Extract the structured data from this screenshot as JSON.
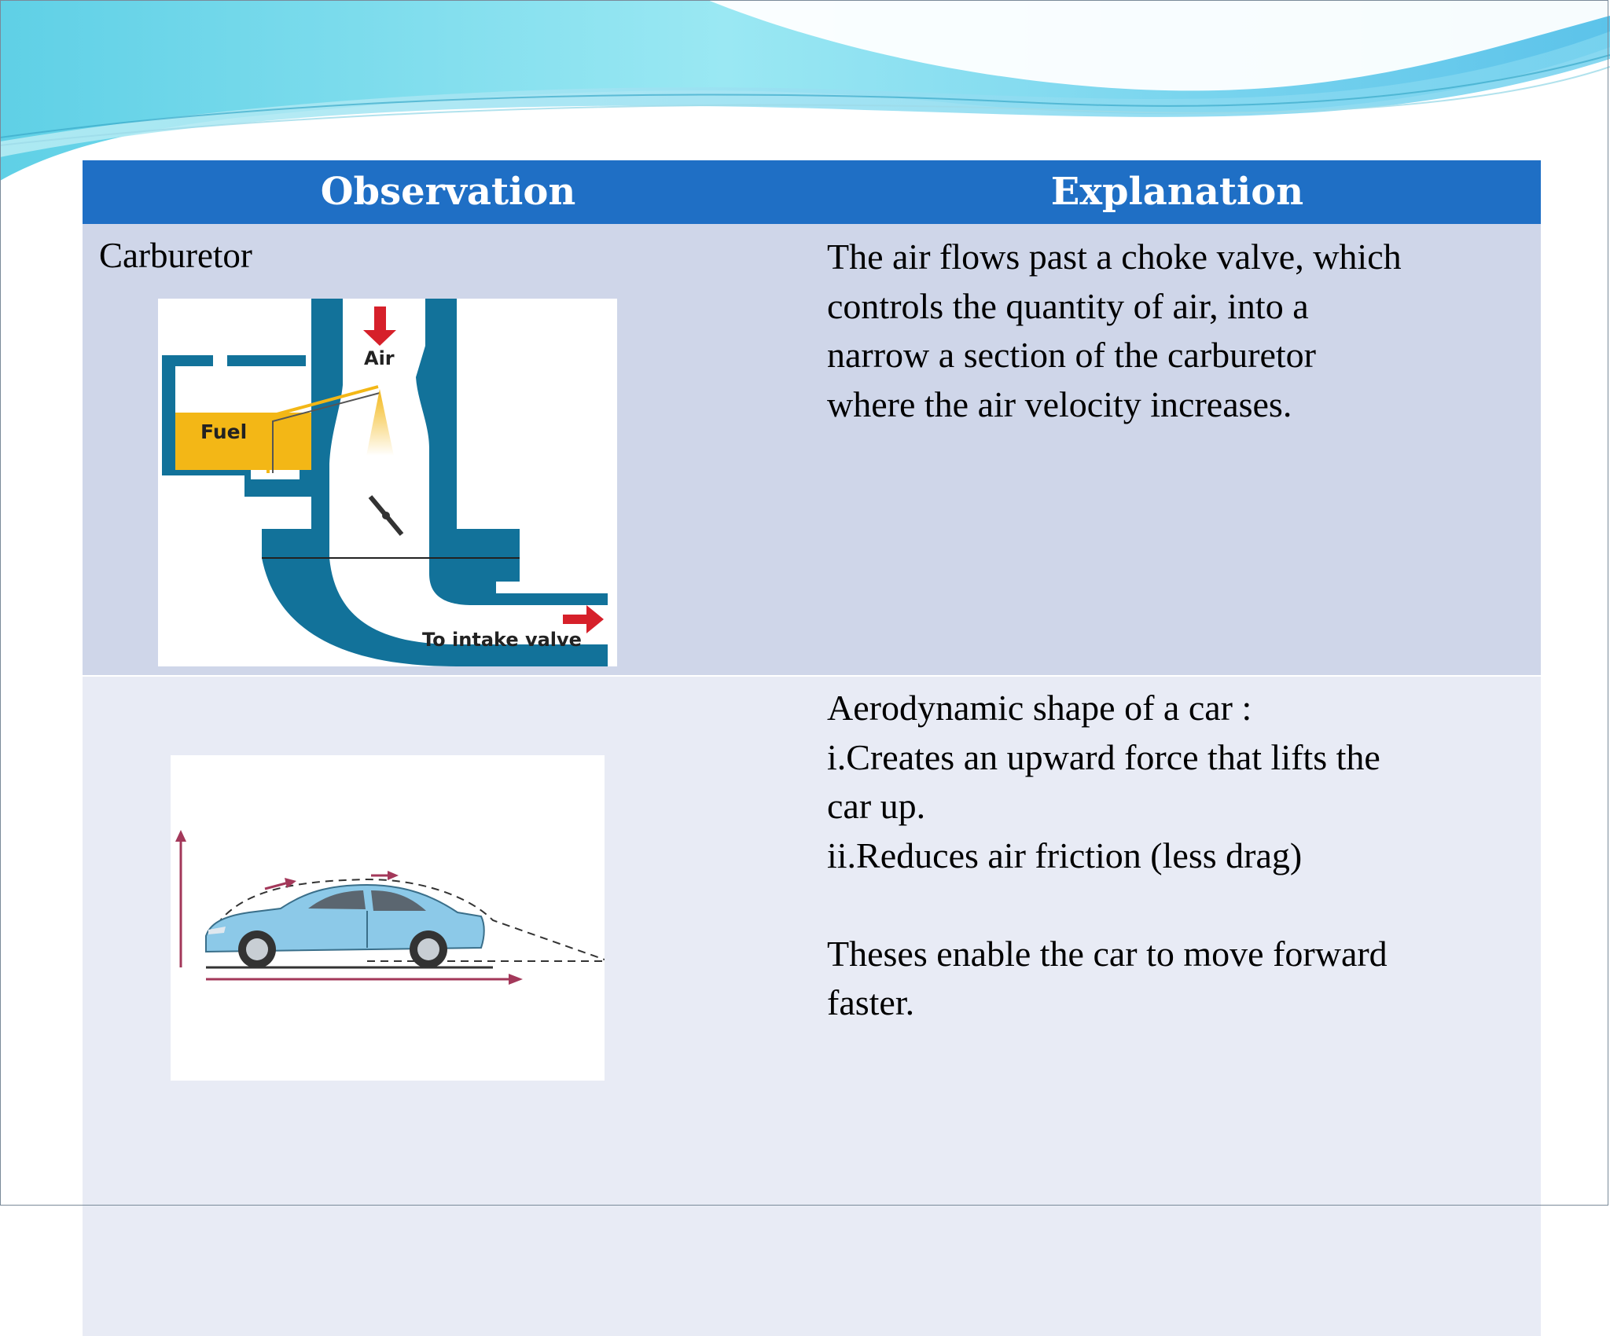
{
  "table": {
    "headers": [
      "Observation",
      "Explanation"
    ],
    "rows": [
      {
        "observation_label": "Carburetor",
        "figure_labels": [
          "Air",
          "Fuel",
          "To intake valve"
        ],
        "explanation_lines": [
          "The air flows past a choke valve, which",
          "controls the quantity of air, into a",
          "narrow a section of the carburetor",
          "where the air velocity increases."
        ]
      },
      {
        "observation_label": "",
        "explanation_lines": [
          "Aerodynamic shape of a car :",
          "i.Creates an upward force that lifts the",
          "car up.",
          "ii.Reduces air friction (less drag)",
          "",
          "Theses enable the car to move forward",
          "faster."
        ]
      }
    ]
  },
  "colors": {
    "header_bg": "#1f6fc5",
    "row1_bg": "#cfd6e9",
    "row2_bg": "#e8ebf5",
    "carburetor_metal": "#12729a",
    "fuel": "#f3b716",
    "arrow_red": "#d6202a",
    "car_body": "#8cc9e8",
    "airflow_arrow": "#a3385a"
  }
}
